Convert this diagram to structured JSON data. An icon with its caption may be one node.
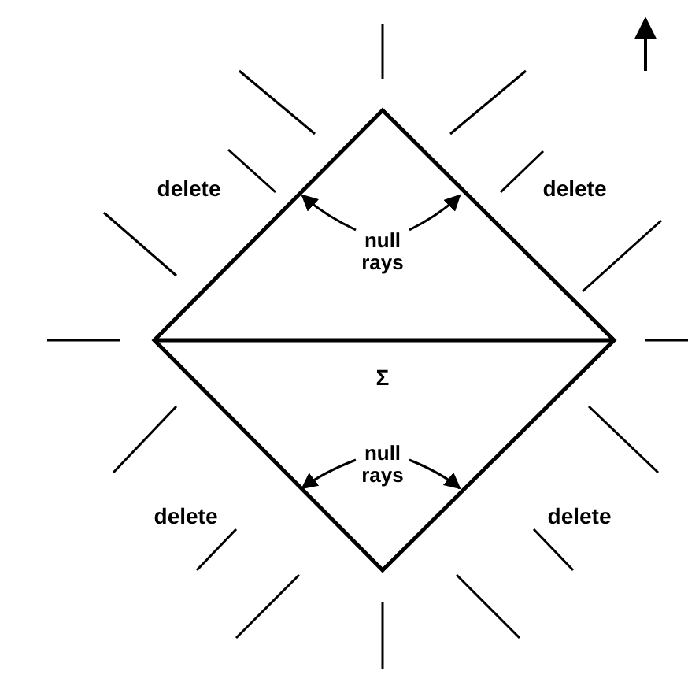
{
  "diagram": {
    "nodes": [
      {
        "text": [
          "null rays"
        ]
      },
      {
        "text": [
          "null rays"
        ]
      }
    ],
    "edges": [
      {
        "from": 0,
        "to": null,
        "arrow": "to"
      },
      {
        "from": 0,
        "to": null,
        "arrow": "to"
      },
      {
        "from": 1,
        "to": null,
        "arrow": "to"
      },
      {
        "from": 1,
        "to": null,
        "arrow": "to"
      }
    ],
    "labels": [
      "delete",
      "delete",
      "Σ",
      "delete",
      "delete"
    ]
  }
}
